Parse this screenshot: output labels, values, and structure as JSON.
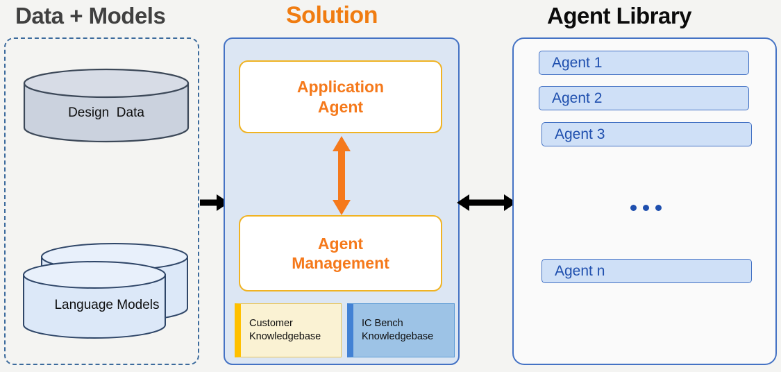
{
  "columns": {
    "data_models": {
      "title": "Data + Models",
      "items": [
        {
          "label": "Design  Data",
          "shape": "cylinder",
          "fill": "#CBD2DE"
        },
        {
          "label": "Language Models",
          "shape": "stacked-cylinder",
          "fill": "#DCE8F8"
        }
      ]
    },
    "solution": {
      "title": "Solution",
      "accent": "#F5791B",
      "cards": [
        {
          "line1": "Application",
          "line2": "Agent"
        },
        {
          "line1": "Agent",
          "line2": "Management"
        }
      ],
      "knowledgebases": [
        {
          "line1": "Customer",
          "line2": "Knowledgebase",
          "fill": "#FAF2D3",
          "bar": "#FFC000"
        },
        {
          "line1": "IC Bench",
          "line2": "Knowledgebase",
          "fill": "#9DC3E6",
          "bar": "#4281D4"
        }
      ]
    },
    "agent_library": {
      "title": "Agent Library",
      "accent": "#1F4FAE",
      "agents": [
        {
          "label": "Agent 1"
        },
        {
          "label": "Agent 2"
        },
        {
          "label": "Agent 3"
        },
        {
          "label": "Agent n"
        }
      ],
      "ellipsis": "• • •"
    }
  },
  "connectors": {
    "data_to_solution": "arrow-right",
    "solution_to_library": "arrow-double-horizontal",
    "application_to_management": "arrow-double-vertical"
  }
}
